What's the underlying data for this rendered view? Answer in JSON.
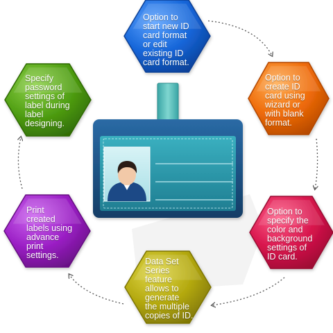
{
  "steps": [
    {
      "text": "Option to\nstart new ID\ncard format\nor edit\nexisting ID\ncard format.",
      "color": "#1565d8",
      "color_dark": "#0a3f95",
      "color_light": "#5aa2ff"
    },
    {
      "text": "Option to\ncreate ID\ncard using\nwizard or\nwith blank\nformat.",
      "color": "#ee6a08",
      "color_dark": "#b24700",
      "color_light": "#ffae55"
    },
    {
      "text": "Option to\nspecify the\ncolor and\nbackground\nsettings of\nID card.",
      "color": "#d6134b",
      "color_dark": "#990b32",
      "color_light": "#ff5e88"
    },
    {
      "text": "Data Set\nSeries\nfeature\nallows to\ngenerate\nthe multiple\ncopies of ID.",
      "color": "#b3a80e",
      "color_dark": "#7d7405",
      "color_light": "#e0d748"
    },
    {
      "text": "Print\ncreated\nlabels using\nadvance\nprint\nsettings.",
      "color": "#9a1ec4",
      "color_dark": "#661082",
      "color_light": "#cd66f0"
    },
    {
      "text": "Specify\npassword\nsettings of\nlabel during\nlabel\ndesigning.",
      "color": "#4f9e12",
      "color_dark": "#2f6a05",
      "color_light": "#8fd24b"
    }
  ],
  "id_card": {
    "icon": "id-card-icon",
    "body_color": "#2a8fa0",
    "frame_color": "#1c4f80",
    "lanyard_color": "#4ab7b5"
  },
  "connector_color": "#555555"
}
